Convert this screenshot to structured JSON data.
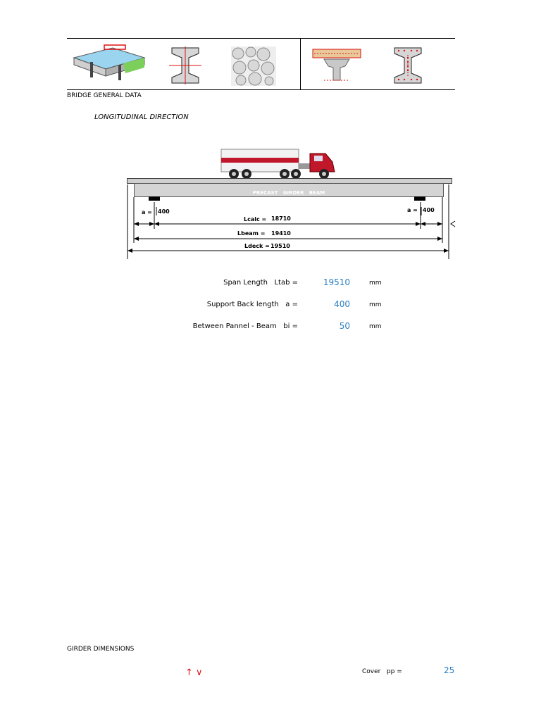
{
  "header": {
    "section_title": "BRIDGE GENERAL DATA",
    "subtitle": "LONGITUDINAL DIRECTION"
  },
  "diagram": {
    "beam_label": "PRECAST   GIRDER   BEAM",
    "a_label": "a =",
    "a_value": "400",
    "lcalc_label": "Lcalc =",
    "lcalc_value": "18710",
    "lbeam_label": "Lbeam =",
    "lbeam_value": "19410",
    "ldeck_label": "Ldeck =",
    "ldeck_value": "19510"
  },
  "params": [
    {
      "label": "Span Length   Ltab =",
      "value": "19510",
      "unit": "mm"
    },
    {
      "label": "Support Back length   a =",
      "value": "400",
      "unit": "mm"
    },
    {
      "label": "Between Pannel - Beam   bi =",
      "value": "50",
      "unit": "mm"
    }
  ],
  "girder": {
    "section_title": "GIRDER DIMENSIONS",
    "arrows": "↑ ∨",
    "cover_label": "Cover   pp =",
    "cover_value": "25"
  },
  "colors": {
    "accent_blue": "#2a7fc2",
    "truck_red": "#c0182a",
    "beam_gray": "#d4d4d4"
  }
}
